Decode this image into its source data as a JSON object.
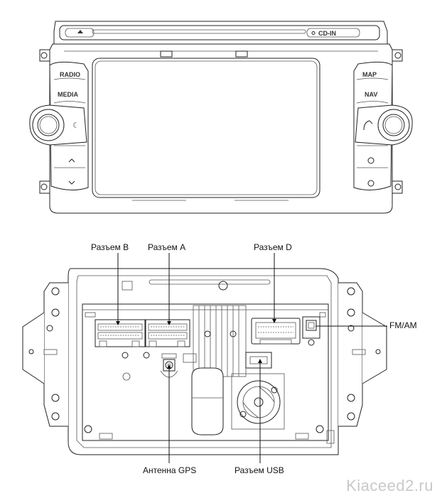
{
  "front": {
    "buttons": {
      "radio": "RADIO",
      "media": "MEDIA",
      "map": "MAP",
      "nav": "NAV",
      "cd_in": "CD-IN"
    }
  },
  "rear": {
    "labels": {
      "connector_b": "Разъем B",
      "connector_a": "Разъем A",
      "connector_d": "Разъем D",
      "fm_am": "FM/AM",
      "gps_antenna": "Антенна GPS",
      "usb_connector": "Разъем USB"
    }
  },
  "watermark": "Kiaceed2.ru"
}
